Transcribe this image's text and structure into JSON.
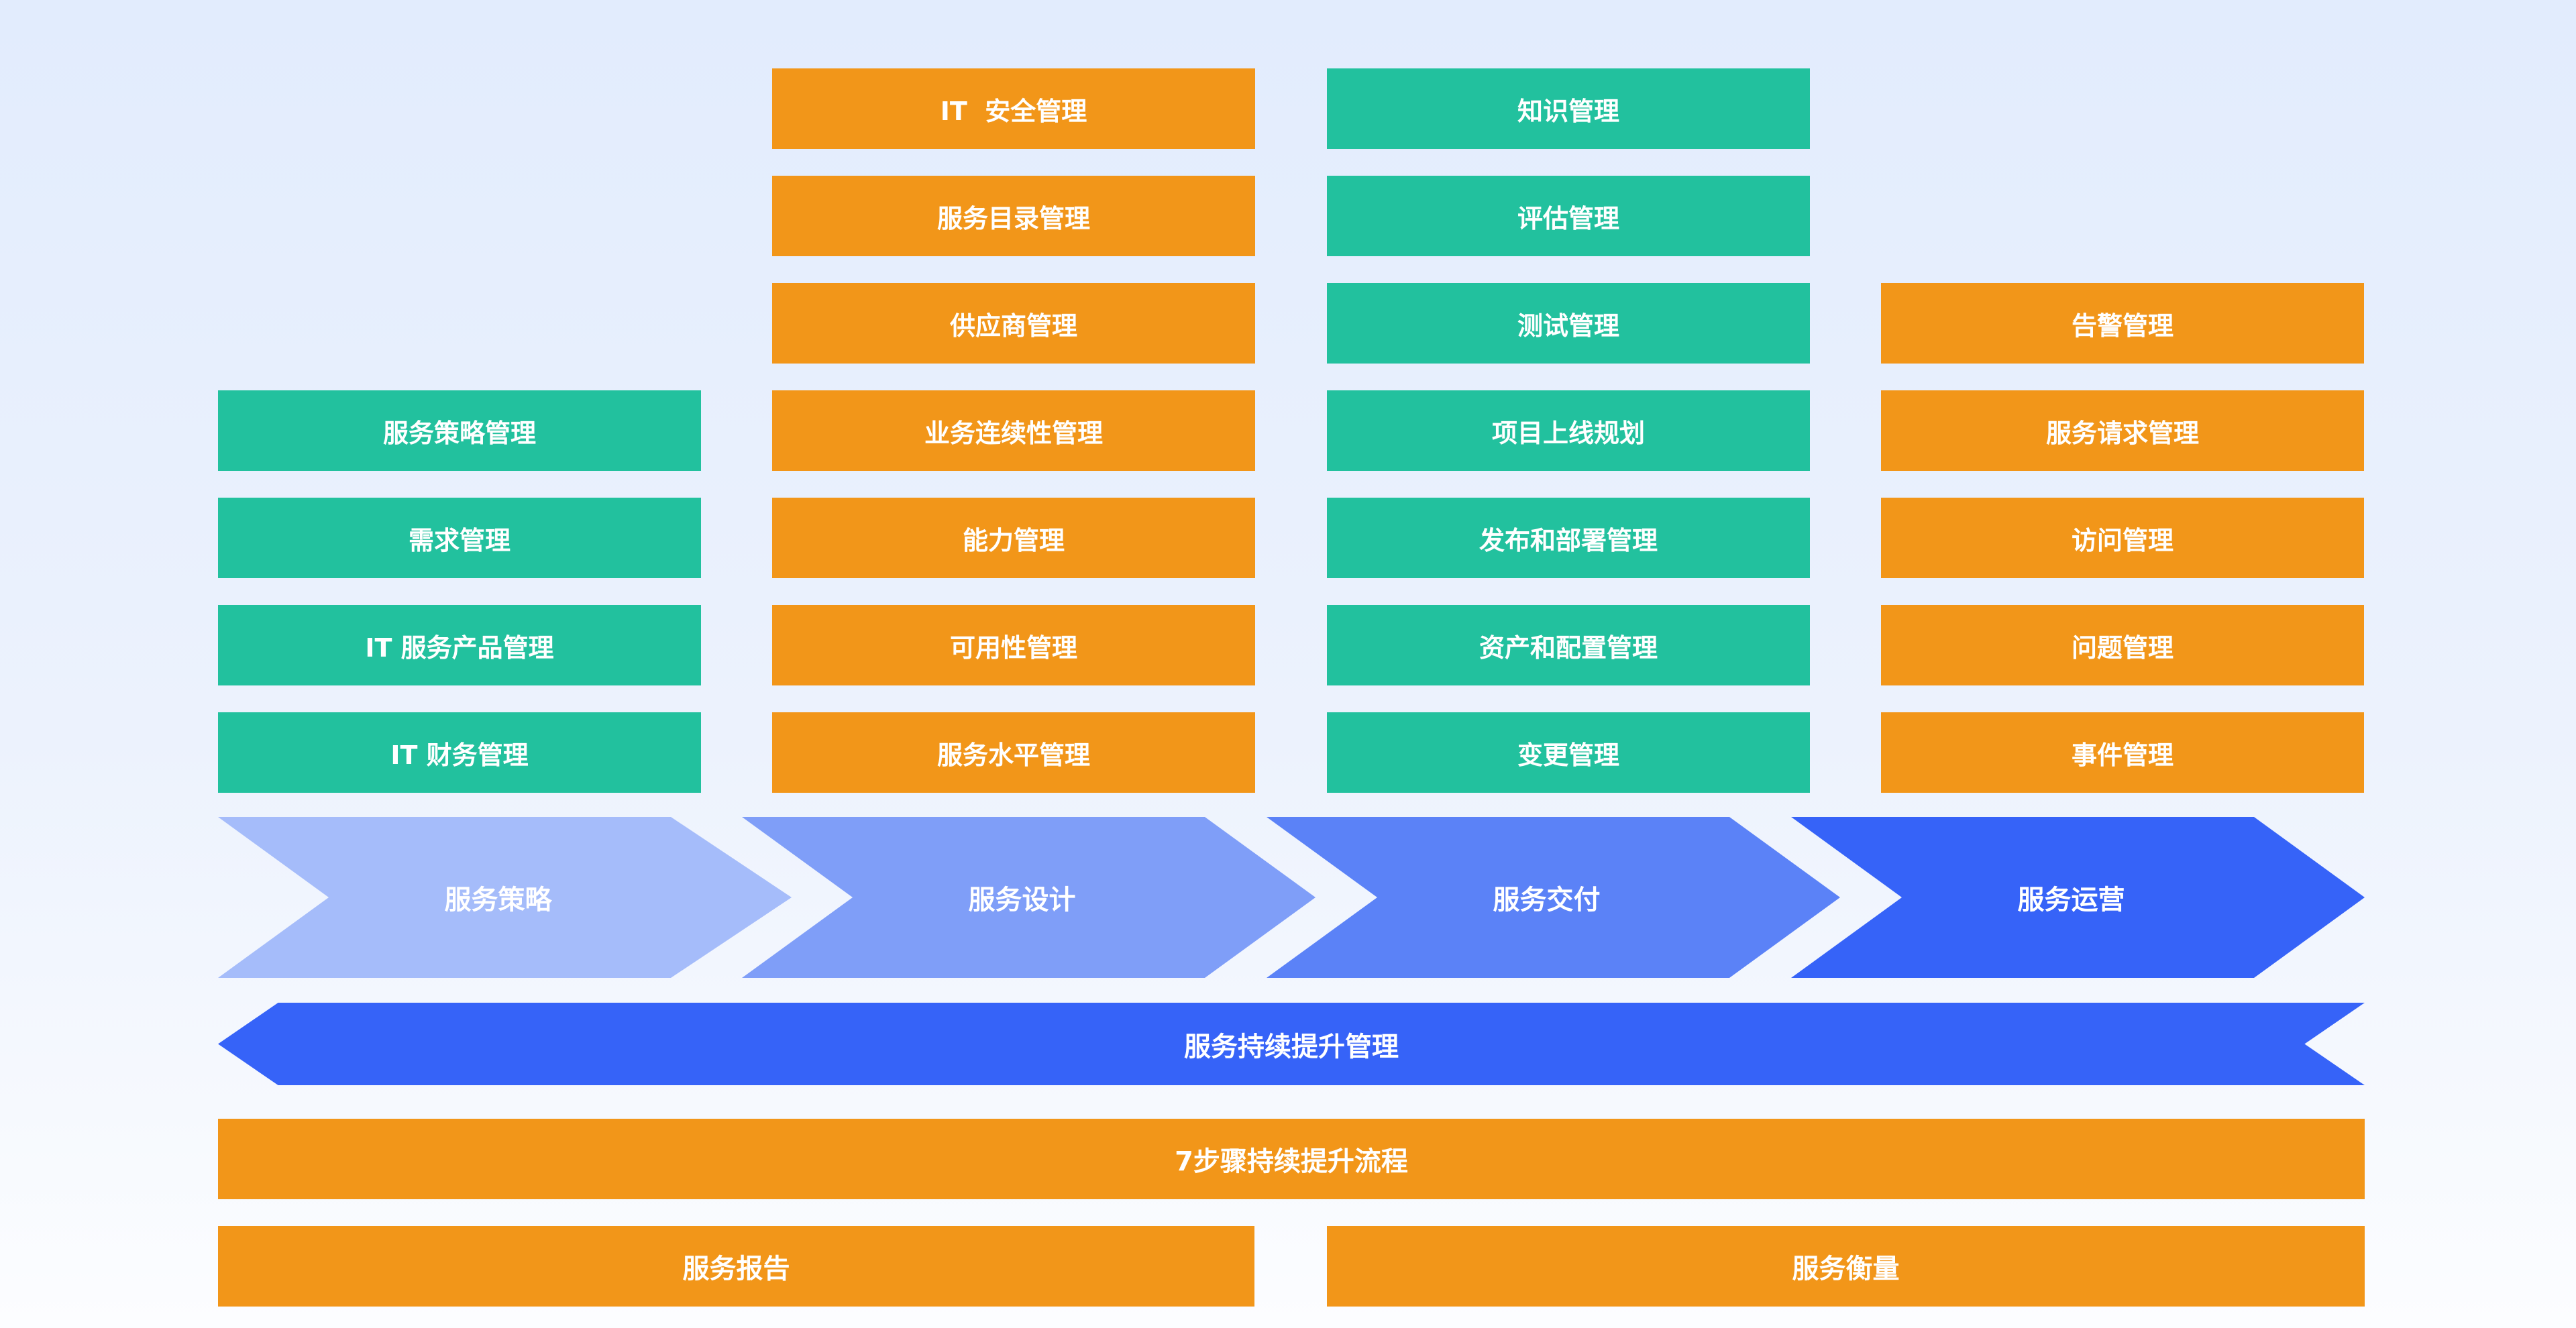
{
  "columns": {
    "strategy": {
      "items": [
        {
          "label": "服务策略管理",
          "color": "#22c19e"
        },
        {
          "label": "需求管理",
          "color": "#22c19e"
        },
        {
          "label": "IT 服务产品管理",
          "color": "#22c19e"
        },
        {
          "label": "IT 财务管理",
          "color": "#22c19e"
        }
      ]
    },
    "design": {
      "items": [
        {
          "label": "IT  安全管理",
          "color": "#f29619"
        },
        {
          "label": "服务目录管理",
          "color": "#f29619"
        },
        {
          "label": "供应商管理",
          "color": "#f29619"
        },
        {
          "label": "业务连续性管理",
          "color": "#f29619"
        },
        {
          "label": "能力管理",
          "color": "#f29619"
        },
        {
          "label": "可用性管理",
          "color": "#f29619"
        },
        {
          "label": "服务水平管理",
          "color": "#f29619"
        }
      ]
    },
    "transition": {
      "items": [
        {
          "label": "知识管理",
          "color": "#22c19e"
        },
        {
          "label": "评估管理",
          "color": "#22c19e"
        },
        {
          "label": "测试管理",
          "color": "#22c19e"
        },
        {
          "label": "项目上线规划",
          "color": "#22c19e"
        },
        {
          "label": "发布和部署管理",
          "color": "#22c19e"
        },
        {
          "label": "资产和配置管理",
          "color": "#22c19e"
        },
        {
          "label": "变更管理",
          "color": "#22c19e"
        }
      ]
    },
    "operation": {
      "items": [
        {
          "label": "告警管理",
          "color": "#f29619"
        },
        {
          "label": "服务请求管理",
          "color": "#f29619"
        },
        {
          "label": "访问管理",
          "color": "#f29619"
        },
        {
          "label": "问题管理",
          "color": "#f29619"
        },
        {
          "label": "事件管理",
          "color": "#f29619"
        }
      ]
    }
  },
  "stages": [
    {
      "label": "服务策略",
      "color": "#a5bcfa"
    },
    {
      "label": "服务设计",
      "color": "#7f9ef8"
    },
    {
      "label": "服务交付",
      "color": "#5b82f7"
    },
    {
      "label": "服务运营",
      "color": "#3663f8"
    }
  ],
  "improvement_band": {
    "label": "服务持续提升管理",
    "color": "#3663f8"
  },
  "process_bar": {
    "label": "7步骤持续提升流程",
    "color": "#f29619"
  },
  "bottom": {
    "report": {
      "label": "服务报告",
      "color": "#f29619"
    },
    "measure": {
      "label": "服务衡量",
      "color": "#f29619"
    }
  }
}
